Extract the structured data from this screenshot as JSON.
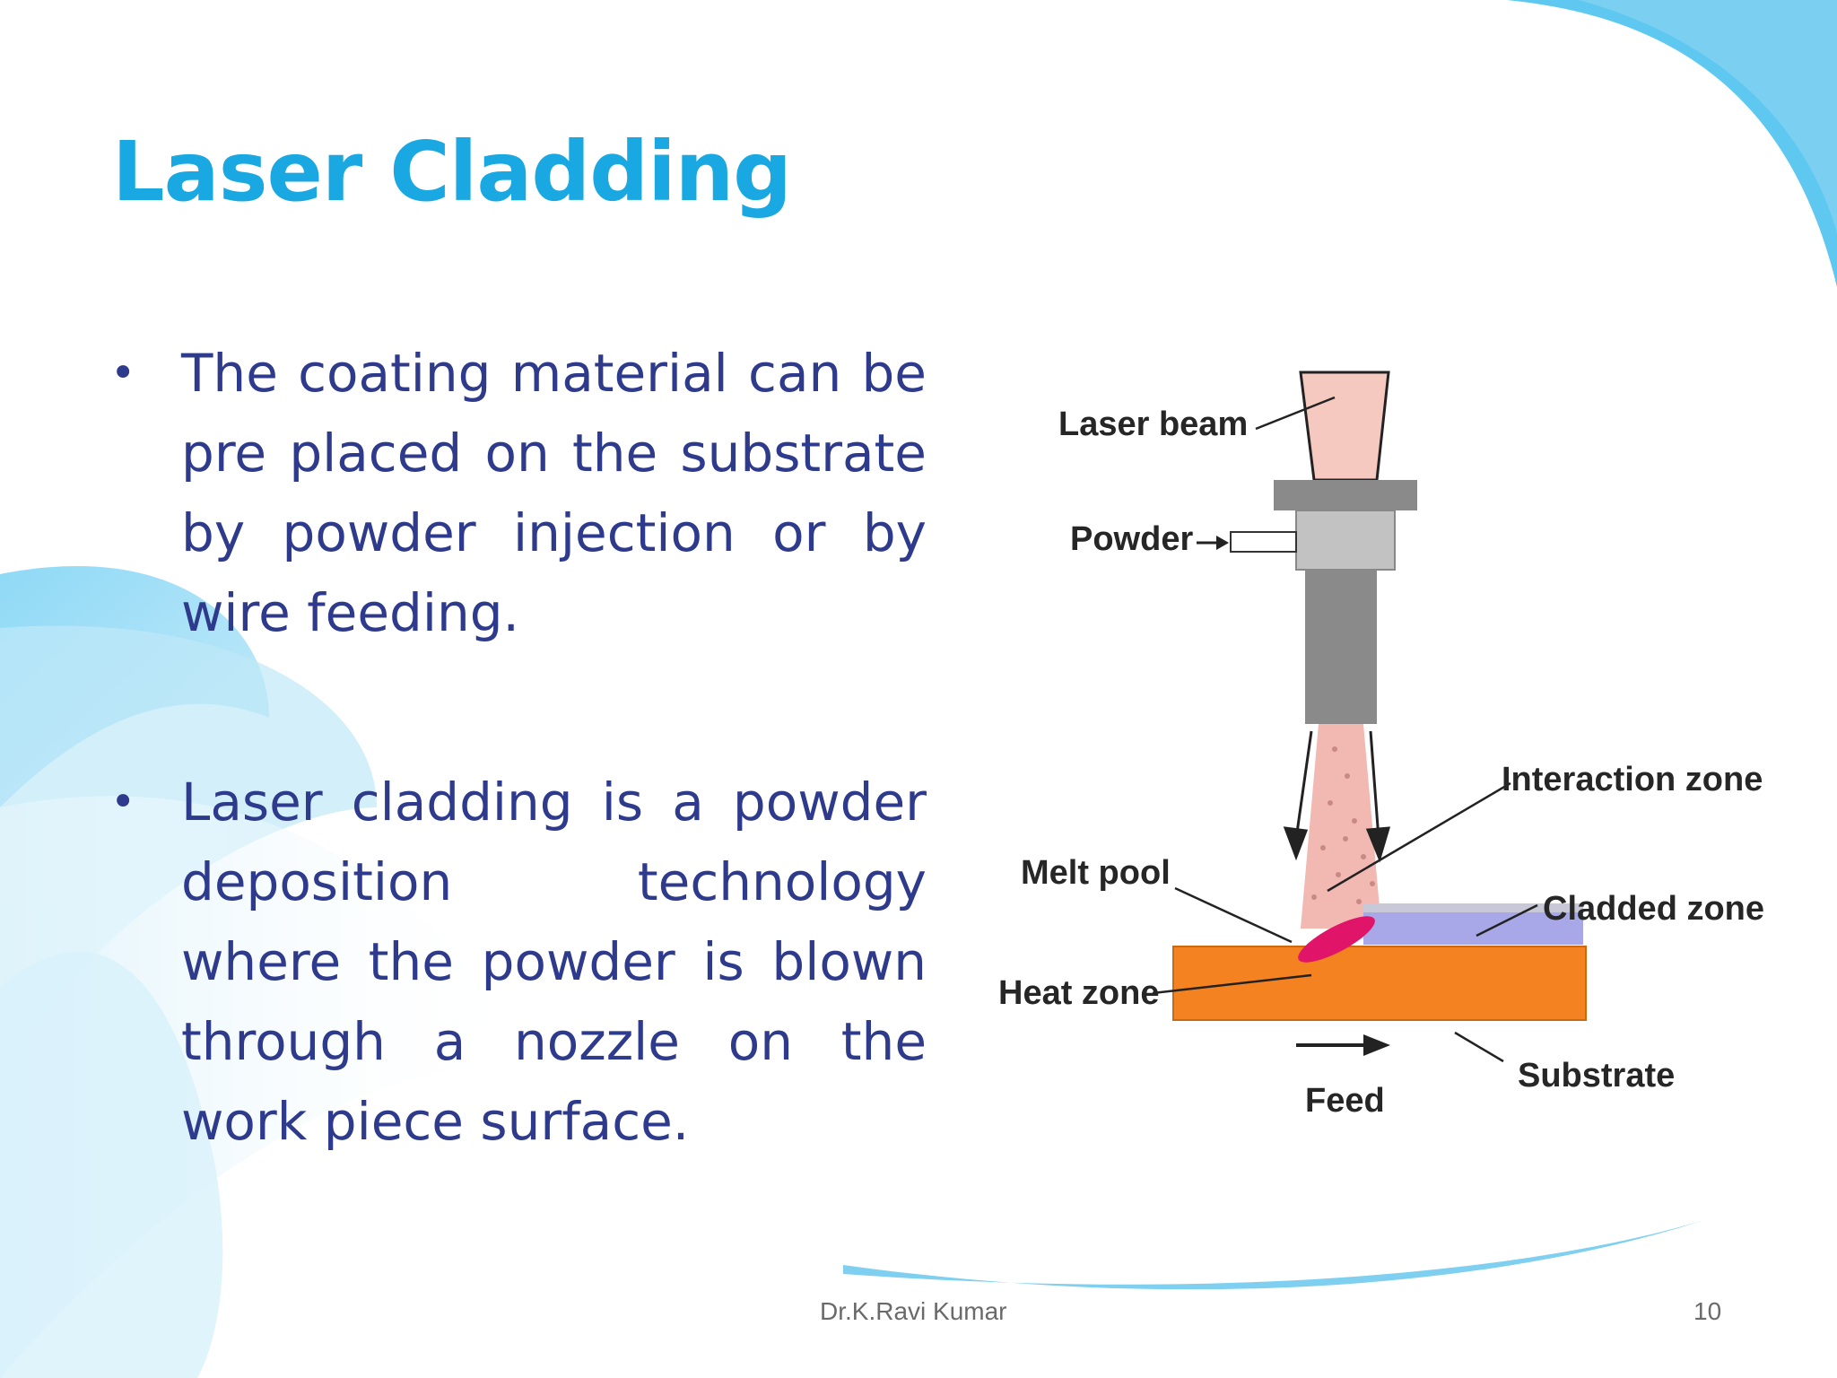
{
  "slide": {
    "title": "Laser Cladding",
    "bullets": [
      "The coating material can be pre placed on the substrate by powder injection or by wire feeding.",
      "Laser cladding is a powder deposition technology where the powder is blown through a nozzle on the work piece surface."
    ],
    "bullet_marker": "•",
    "footer": {
      "author": "Dr.K.Ravi Kumar",
      "page_number": "10"
    }
  },
  "diagram": {
    "labels": {
      "laser_beam": "Laser beam",
      "powder": "Powder",
      "interaction_zone": "Interaction zone",
      "melt_pool": "Melt pool",
      "cladded_zone": "Cladded zone",
      "heat_zone": "Heat zone",
      "substrate": "Substrate",
      "feed": "Feed"
    },
    "colors": {
      "beam": "#f6c9c0",
      "nozzle": "#8a8a8a",
      "powder_stream": "#f2b8b2",
      "melt_pool": "#e0156a",
      "cladded": "#a8a8e8",
      "substrate": "#f58220"
    }
  },
  "theme": {
    "title_color": "#1aa8e2",
    "body_color": "#2e3a8c",
    "swirl_color": "#5ec8f0"
  }
}
